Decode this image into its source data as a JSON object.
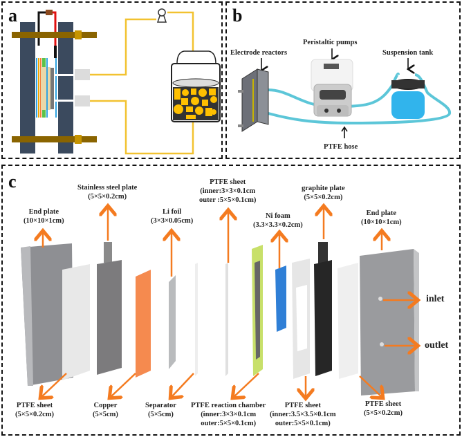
{
  "panels": {
    "a": {
      "label": "a"
    },
    "b": {
      "label": "b",
      "labels": {
        "electrode_reactors": "Electrode reactors",
        "peristaltic_pumps": "Peristaltic pumps",
        "suspension_tank": "Suspension tank",
        "ptfe_hose": "PTFE hose"
      }
    },
    "c": {
      "label": "c",
      "top_labels": [
        {
          "name": "End plate",
          "spec": "(10×10×1cm)"
        },
        {
          "name": "Stainless steel plate",
          "spec": "(5×5×0.2cm)"
        },
        {
          "name": "Li foil",
          "spec": "(3×3×0.05cm)"
        },
        {
          "name": "PTFE sheet",
          "spec": "(inner:3×3×0.1cm",
          "spec2": "outer :5×5×0.1cm)"
        },
        {
          "name": "Ni foam",
          "spec": "(3.3×3.3×0.2cm)"
        },
        {
          "name": "graphite plate",
          "spec": "(5×5×0.2cm)"
        },
        {
          "name": "End plate",
          "spec": "(10×10×1cm)"
        }
      ],
      "bottom_labels": [
        {
          "name": "PTFE sheet",
          "spec": "(5×5×0.2cm)"
        },
        {
          "name": "Copper",
          "spec": "(5×5cm)"
        },
        {
          "name": "Separator",
          "spec": "(5×5cm)"
        },
        {
          "name": "PTFE reaction chamber",
          "spec": "(inner:3×3×0.1cm",
          "spec2": "outer:5×5×0.1cm)"
        },
        {
          "name": "PTFE sheet",
          "spec": "(inner:3.5×3.5×0.1cm",
          "spec2": "outer:5×5×0.1cm)"
        },
        {
          "name": "PTFE sheet",
          "spec": "(5×5×0.2cm)"
        }
      ],
      "ports": {
        "inlet": "inlet",
        "outlet": "outlet"
      }
    }
  },
  "colors": {
    "arrow_orange": "#f47b20",
    "plate_navy": "#3b4a5e",
    "bolt_brown": "#8a6400",
    "tube_gold": "#f2c230",
    "hose_cyan": "#5cc6d8",
    "copper_orange": "#f58a4f",
    "ni_foam_blue": "#2f7fd6",
    "chamber_green": "#c8e06a"
  }
}
